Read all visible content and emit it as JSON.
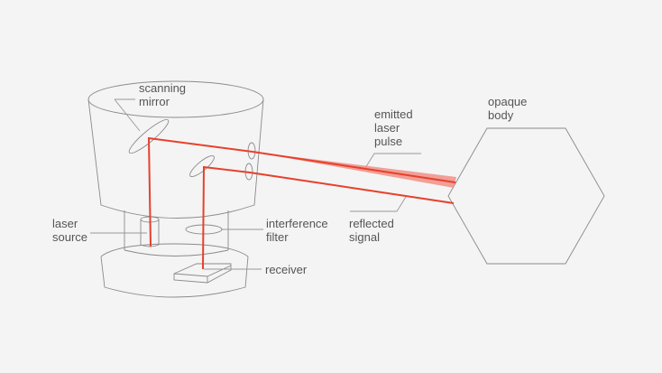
{
  "labels": {
    "scanning_mirror": [
      "scanning",
      "mirror"
    ],
    "emitted_laser_pulse": [
      "emitted",
      "laser",
      "pulse"
    ],
    "opaque_body": [
      "opaque",
      "body"
    ],
    "laser_source": [
      "laser",
      "source"
    ],
    "interference_filter": [
      "interference",
      "filter"
    ],
    "reflected_signal": [
      "reflected",
      "signal"
    ],
    "receiver": [
      "receiver"
    ]
  },
  "colors": {
    "beam": "#e8402a",
    "beam_spread": "#f08a80",
    "outline": "#888888",
    "text": "#555555"
  }
}
